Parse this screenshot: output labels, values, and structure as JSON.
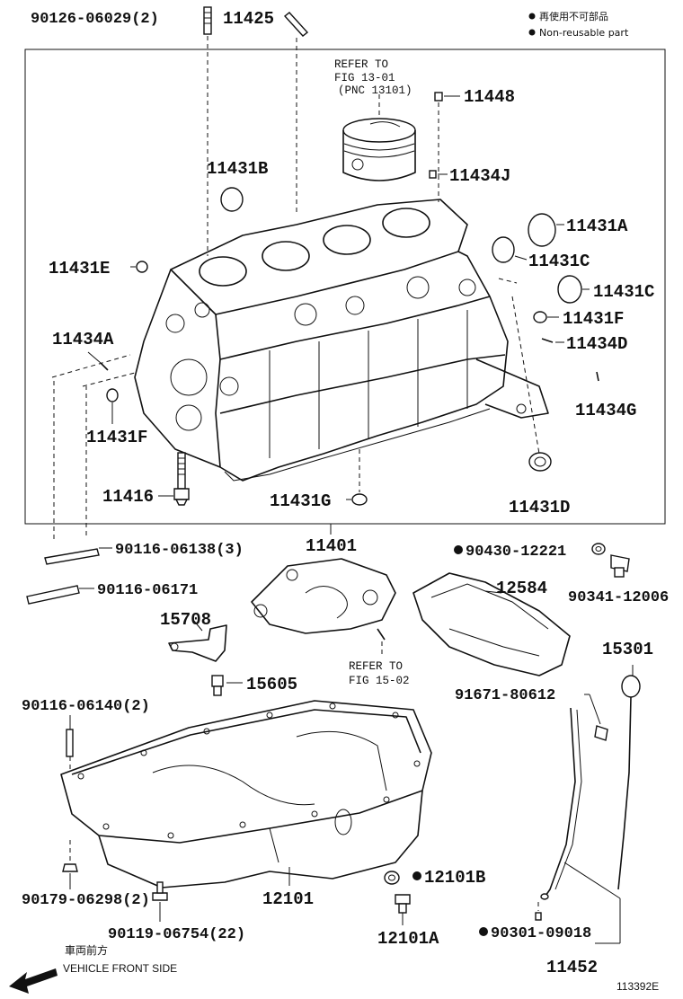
{
  "legend": {
    "items": [
      {
        "symbol": "●",
        "text": "再使用不可部品"
      },
      {
        "symbol": "●",
        "text": "Non-reusable part"
      }
    ]
  },
  "references": [
    {
      "line1": "REFER TO",
      "line2": "FIG 13-01",
      "line3": "(PNC 13101)"
    },
    {
      "line1": "REFER TO",
      "line2": "FIG 15-02",
      "line3": ""
    }
  ],
  "parts": {
    "p90126": "90126-06029(2)",
    "p11425": "11425",
    "p11448": "11448",
    "p11431B": "11431B",
    "p11434J": "11434J",
    "p11431A": "11431A",
    "p11431E": "11431E",
    "p11431C_1": "11431C",
    "p11431C_2": "11431C",
    "p11431F_1": "11431F",
    "p11434D": "11434D",
    "p11434A": "11434A",
    "p11434G": "11434G",
    "p11431F_2": "11431F",
    "p11416": "11416",
    "p11431G": "11431G",
    "p11431D": "11431D",
    "p11401": "11401",
    "p90116_06138": "90116-06138(3)",
    "p90116_06171": "90116-06171",
    "p90430": "90430-12221",
    "p12584": "12584",
    "p90341": "90341-12006",
    "p15708": "15708",
    "p15605": "15605",
    "p15301": "15301",
    "p90116_06140": "90116-06140(2)",
    "p91671": "91671-80612",
    "p12101B": "12101B",
    "p90179": "90179-06298(2)",
    "p12101": "12101",
    "p90119": "90119-06754(22)",
    "p12101A": "12101A",
    "p90301": "90301-09018",
    "p11452": "11452"
  },
  "footer": {
    "direction_jp": "車両前方",
    "direction_en": "VEHICLE FRONT SIDE",
    "figure_code": "113392E"
  }
}
